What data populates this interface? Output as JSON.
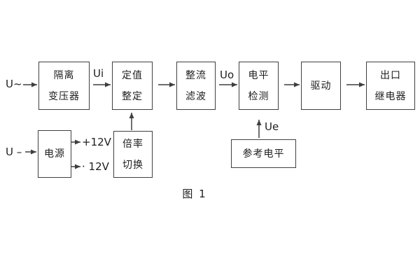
{
  "caption": "图 1",
  "inputs": {
    "ac": "U~",
    "dc": "U –"
  },
  "signals": {
    "ui": "Ui",
    "uo": "Uo",
    "ue": "Ue",
    "plus12": "+12V",
    "minus12": "· 12V"
  },
  "blocks": {
    "isolation_transformer": {
      "line1": "隔离",
      "line2": "变压器"
    },
    "setting_adjust": {
      "line1": "定值",
      "line2": "整定"
    },
    "rectifier_filter": {
      "line1": "整流",
      "line2": "滤波"
    },
    "level_detect": {
      "line1": "电平",
      "line2": "检测"
    },
    "drive": {
      "label": "驱动"
    },
    "output_relay": {
      "line1": "出口",
      "line2": "继电器"
    },
    "power_supply": {
      "label": "电源"
    },
    "ratio_switch": {
      "line1": "倍率",
      "line2": "切换"
    },
    "reference_level": {
      "label": "参考电平"
    }
  },
  "connections": [
    {
      "from": "U~",
      "to": "隔离变压器"
    },
    {
      "from": "隔离变压器",
      "to": "定值整定",
      "label": "Ui"
    },
    {
      "from": "定值整定",
      "to": "整流滤波"
    },
    {
      "from": "整流滤波",
      "to": "电平检测",
      "label": "Uo"
    },
    {
      "from": "电平检测",
      "to": "驱动"
    },
    {
      "from": "驱动",
      "to": "出口继电器"
    },
    {
      "from": "U –",
      "to": "电源"
    },
    {
      "from": "电源",
      "to": "+12V"
    },
    {
      "from": "电源",
      "to": "· 12V"
    },
    {
      "from": "倍率切换",
      "to": "定值整定"
    },
    {
      "from": "参考电平",
      "to": "电平检测",
      "label": "Ue"
    }
  ],
  "colors": {
    "line": "#3f3f3f",
    "text": "#1e1e1e",
    "background": "#ffffff"
  }
}
